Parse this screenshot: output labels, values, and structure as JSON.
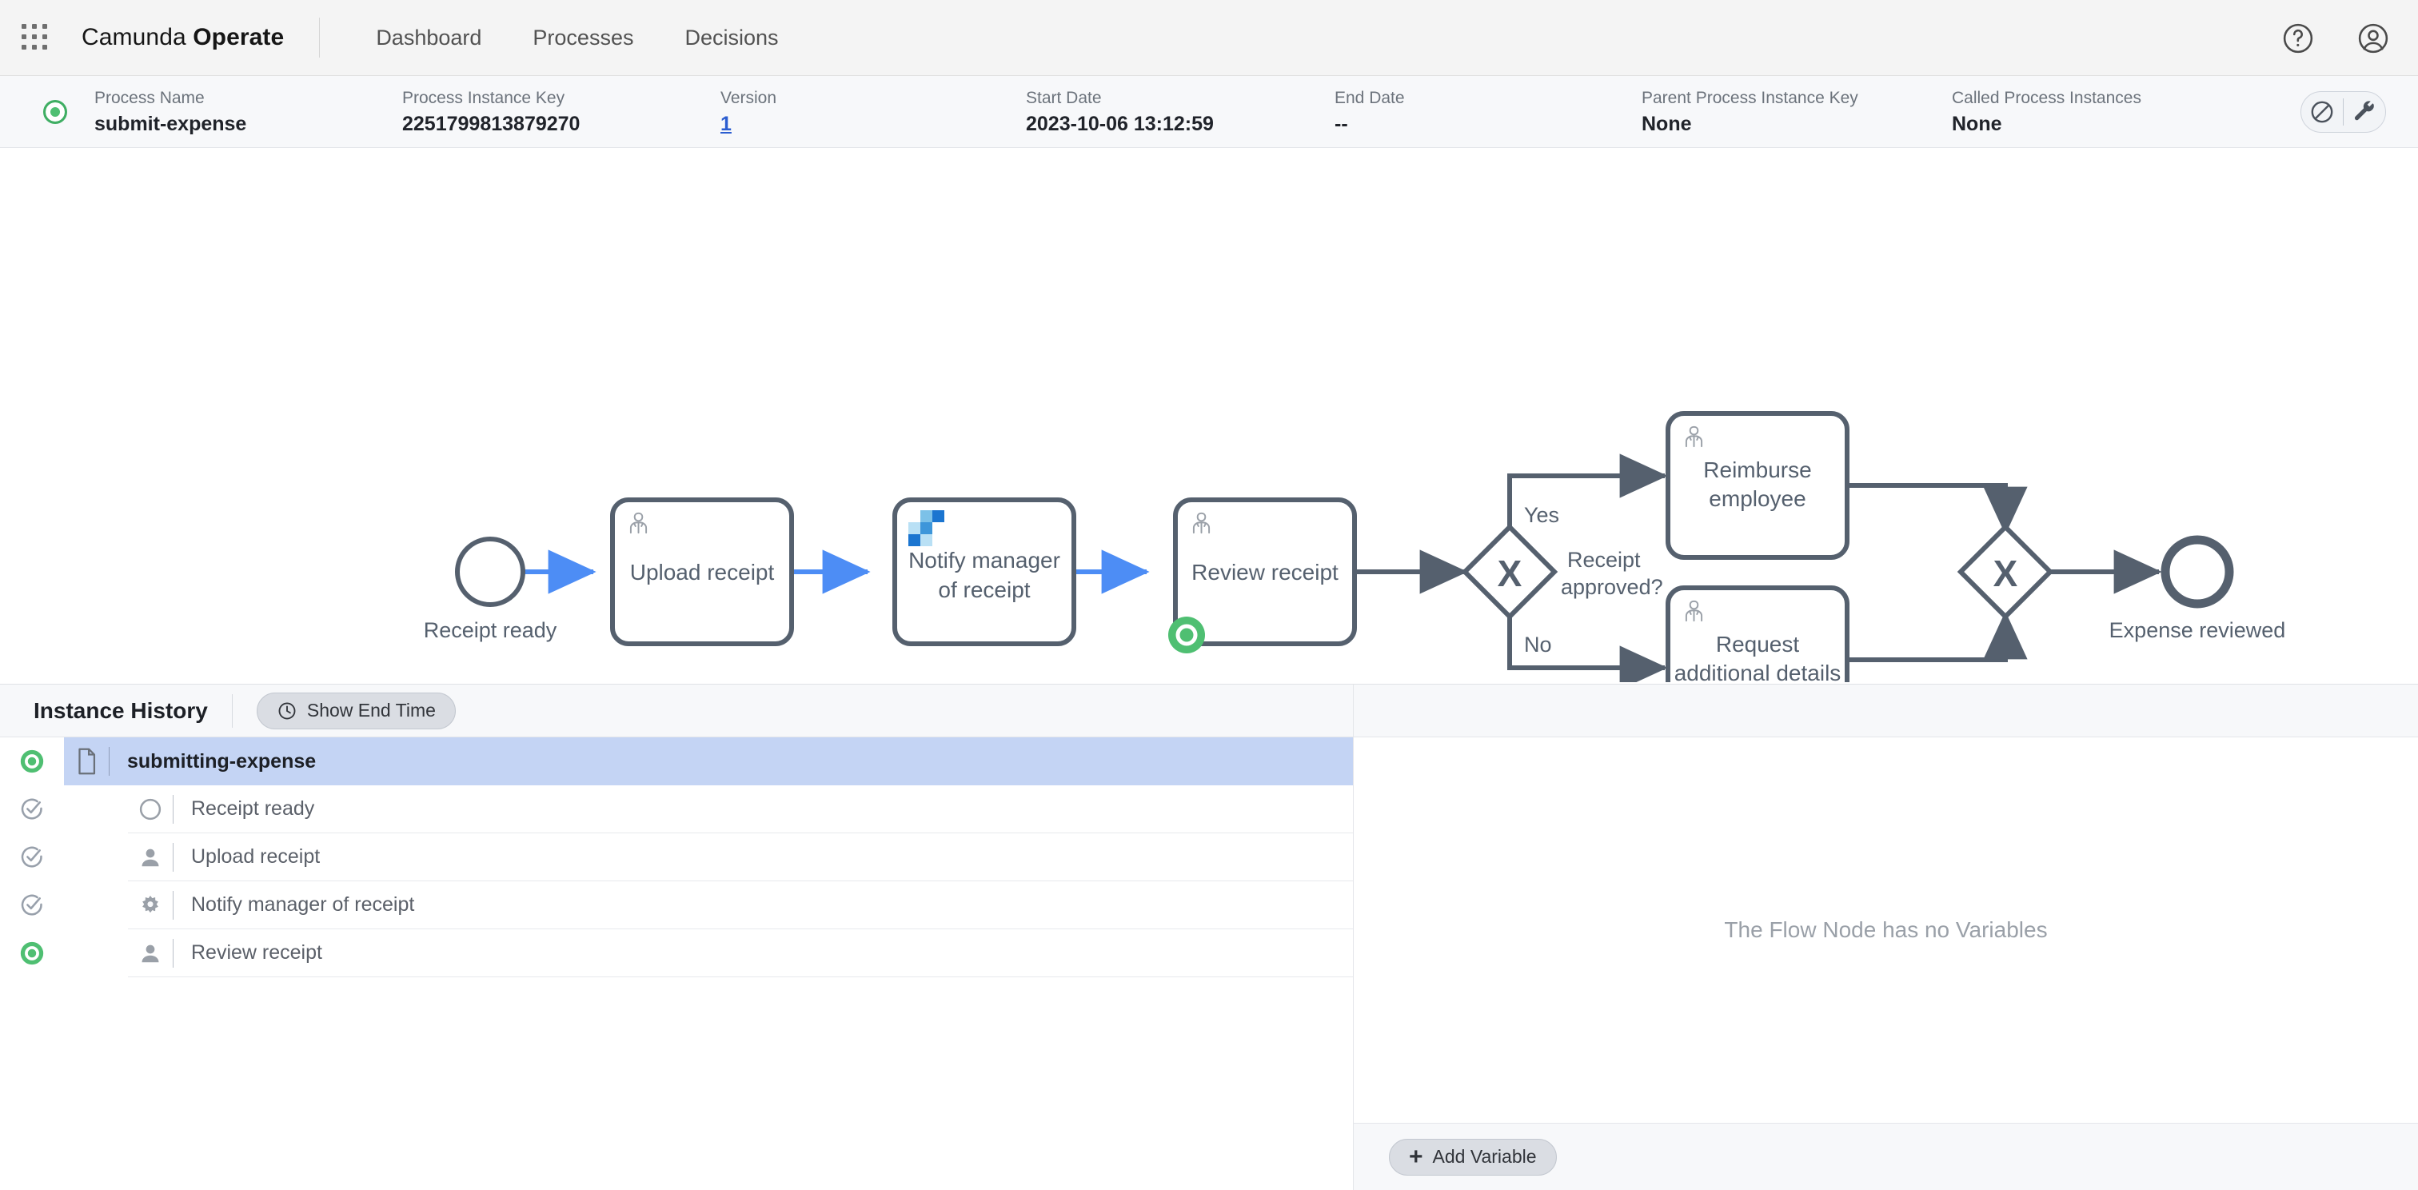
{
  "topnav": {
    "waffle_icon": "apps-grid-icon",
    "brand_prefix": "Camunda ",
    "brand_bold": "Operate",
    "links": [
      {
        "label": "Dashboard",
        "name": "nav-dashboard"
      },
      {
        "label": "Processes",
        "name": "nav-processes"
      },
      {
        "label": "Decisions",
        "name": "nav-decisions"
      }
    ],
    "help_icon": "help-circle-icon",
    "user_icon": "user-avatar-icon"
  },
  "instance_header": {
    "state": "active",
    "state_color": "#4FBF72",
    "fields": [
      {
        "key": "Process Name",
        "value": "submit-expense",
        "name": "process-name"
      },
      {
        "key": "Process Instance Key",
        "value": "2251799813879270",
        "name": "process-instance-key"
      },
      {
        "key": "Version",
        "value": "1",
        "name": "version",
        "link": true
      },
      {
        "key": "Start Date",
        "value": "2023-10-06 13:12:59",
        "name": "start-date"
      },
      {
        "key": "End Date",
        "value": "--",
        "name": "end-date"
      },
      {
        "key": "Parent Process Instance Key",
        "value": "None",
        "name": "parent-process-instance-key"
      },
      {
        "key": "Called Process Instances",
        "value": "None",
        "name": "called-process-instances"
      }
    ],
    "actions": [
      {
        "name": "cancel-instance-button",
        "icon": "circle-slash-icon",
        "title": "Cancel Instance"
      },
      {
        "name": "modify-instance-button",
        "icon": "wrench-icon",
        "title": "Modify Instance"
      }
    ]
  },
  "diagram": {
    "type": "bpmn",
    "colors": {
      "stroke": "#55606e",
      "completed_flow": "#4d8df5",
      "active_badge": "#4FBF72"
    },
    "nodes": [
      {
        "id": "receipt-ready",
        "label": "Receipt ready",
        "type": "start-event",
        "state": "completed"
      },
      {
        "id": "upload-receipt",
        "label": "Upload receipt",
        "type": "user-task",
        "state": "completed"
      },
      {
        "id": "notify-manager-of-receipt",
        "label": "Notify manager\nof receipt",
        "line1": "Notify manager",
        "line2": "of receipt",
        "type": "service-task-connector",
        "state": "completed"
      },
      {
        "id": "review-receipt",
        "label": "Review receipt",
        "type": "user-task",
        "state": "active"
      },
      {
        "id": "receipt-approved",
        "label": "Receipt\napproved?",
        "line1": "Receipt",
        "line2": "approved?",
        "type": "exclusive-gateway",
        "state": "inactive"
      },
      {
        "id": "reimburse-employee",
        "label": "Reimburse\nemployee",
        "line1": "Reimburse",
        "line2": "employee",
        "type": "user-task",
        "state": "inactive"
      },
      {
        "id": "request-additional-details",
        "label": "Request\nadditional details",
        "line1": "Request",
        "line2": "additional details",
        "type": "user-task",
        "state": "inactive"
      },
      {
        "id": "join-gateway",
        "label": "",
        "type": "exclusive-gateway",
        "state": "inactive"
      },
      {
        "id": "expense-reviewed",
        "label": "Expense reviewed",
        "type": "end-event",
        "state": "inactive"
      }
    ],
    "flow_labels": [
      {
        "id": "yes-flow",
        "label": "Yes"
      },
      {
        "id": "no-flow",
        "label": "No"
      }
    ]
  },
  "instance_history": {
    "title": "Instance History",
    "show_end_time_label": "Show End Time",
    "show_end_time_icon": "clock-icon",
    "rows": [
      {
        "label": "submitting-expense",
        "icon": "process-file-icon",
        "status": "active",
        "level": 0,
        "name": "history-row-submitting-expense",
        "selected": true
      },
      {
        "label": "Receipt ready",
        "icon": "start-event-icon",
        "status": "completed",
        "level": 1,
        "name": "history-row-receipt-ready",
        "selected": false
      },
      {
        "label": "Upload receipt",
        "icon": "user-task-icon",
        "status": "completed",
        "level": 1,
        "name": "history-row-upload-receipt",
        "selected": false
      },
      {
        "label": "Notify manager of receipt",
        "icon": "gear-icon",
        "status": "completed",
        "level": 1,
        "name": "history-row-notify-manager",
        "selected": false
      },
      {
        "label": "Review receipt",
        "icon": "user-task-icon",
        "status": "active",
        "level": 1,
        "name": "history-row-review-receipt",
        "selected": false
      }
    ]
  },
  "variables": {
    "empty_message": "The Flow Node has no Variables",
    "add_variable_label": "Add Variable",
    "add_variable_icon": "plus-icon"
  }
}
